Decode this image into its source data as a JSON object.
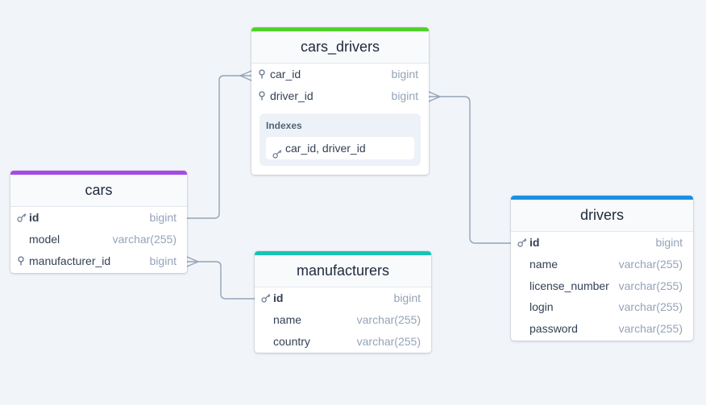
{
  "colors": {
    "canvas_bg": "#f1f5f9",
    "connector": "#94a3b8",
    "cars": "#a64ae6",
    "cars_drivers": "#52d02b",
    "manufacturers": "#18c4b4",
    "drivers": "#1a8fe3"
  },
  "tables": {
    "cars_drivers": {
      "title": "cars_drivers",
      "fields": [
        {
          "name": "car_id",
          "type": "bigint",
          "icon": "foreign-key-icon"
        },
        {
          "name": "driver_id",
          "type": "bigint",
          "icon": "foreign-key-icon"
        }
      ],
      "indexes": {
        "title": "Indexes",
        "items": [
          "car_id, driver_id"
        ]
      }
    },
    "cars": {
      "title": "cars",
      "fields": [
        {
          "name": "id",
          "type": "bigint",
          "icon": "primary-key-icon"
        },
        {
          "name": "model",
          "type": "varchar(255)",
          "icon": ""
        },
        {
          "name": "manufacturer_id",
          "type": "bigint",
          "icon": "foreign-key-icon"
        }
      ]
    },
    "manufacturers": {
      "title": "manufacturers",
      "fields": [
        {
          "name": "id",
          "type": "bigint",
          "icon": "primary-key-icon"
        },
        {
          "name": "name",
          "type": "varchar(255)",
          "icon": ""
        },
        {
          "name": "country",
          "type": "varchar(255)",
          "icon": ""
        }
      ]
    },
    "drivers": {
      "title": "drivers",
      "fields": [
        {
          "name": "id",
          "type": "bigint",
          "icon": "primary-key-icon"
        },
        {
          "name": "name",
          "type": "varchar(255)",
          "icon": ""
        },
        {
          "name": "license_number",
          "type": "varchar(255)",
          "icon": ""
        },
        {
          "name": "login",
          "type": "varchar(255)",
          "icon": ""
        },
        {
          "name": "password",
          "type": "varchar(255)",
          "icon": ""
        }
      ]
    }
  },
  "relationships": [
    {
      "from": "cars.id",
      "to": "cars_drivers.car_id",
      "to_end": "many"
    },
    {
      "from": "drivers.id",
      "to": "cars_drivers.driver_id",
      "to_end": "many"
    },
    {
      "from": "manufacturers.id",
      "to": "cars.manufacturer_id",
      "to_end": "many"
    }
  ]
}
